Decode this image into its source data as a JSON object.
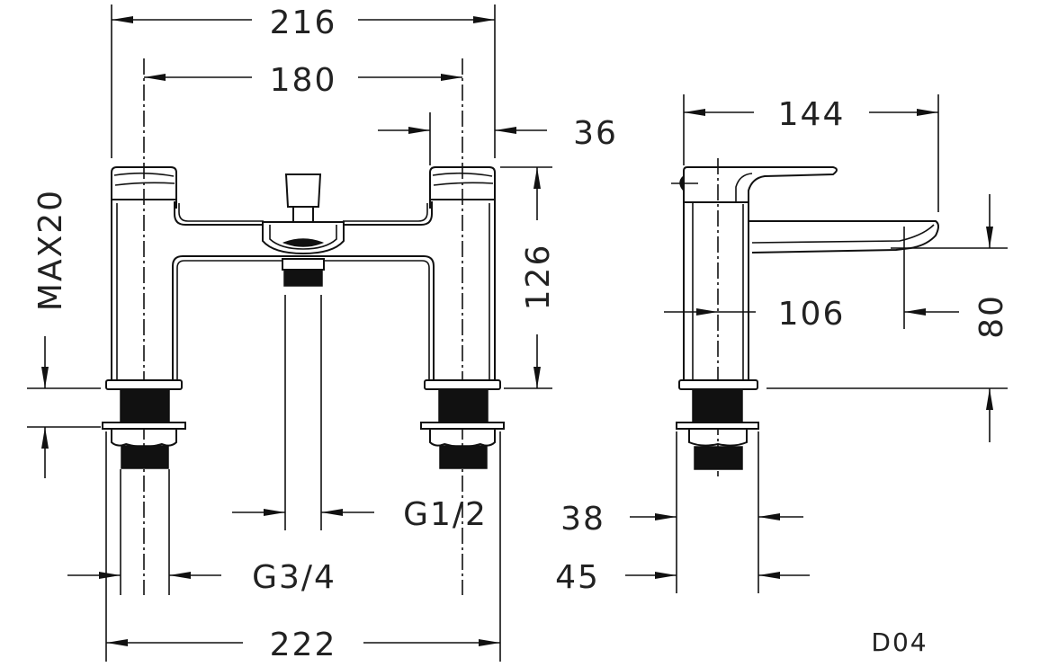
{
  "drawing": {
    "front_view": {
      "overall_width": "216",
      "centers": "180",
      "pillar_width": "36",
      "height": "126",
      "deck_thickness": "MAX20",
      "shower_outlet": "G1/2",
      "inlet_thread": "G3/4",
      "base_width": "222"
    },
    "side_view": {
      "depth": "144",
      "spout_reach": "106",
      "spout_height": "80",
      "shank_diameter": "38",
      "base_diameter": "45"
    },
    "code": "D04"
  },
  "colors": {
    "line": "#111111",
    "background": "#ffffff"
  }
}
